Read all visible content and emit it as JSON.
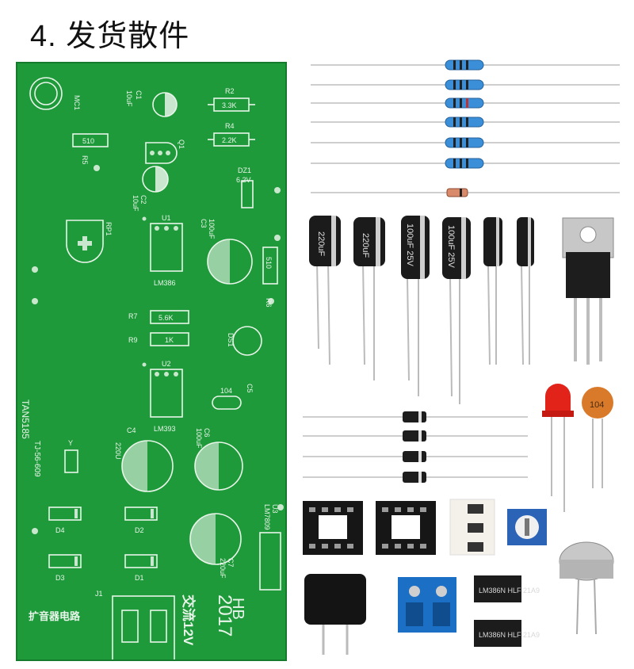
{
  "title": "4. 发货散件",
  "pcb": {
    "brand": "扩音器电路",
    "power": "交流12V",
    "version": "HB",
    "year": "2017",
    "model": "TAN5185",
    "code": "TJ-56-609",
    "labels": {
      "mc1": "MC1",
      "c1": "C1",
      "c1v": "10uF",
      "r2": "R2",
      "r2v": "3.3K",
      "r4": "R4",
      "r4v": "2.2K",
      "q1": "Q1",
      "r5": "R5",
      "r5v": "510",
      "c2": "C2",
      "c2v": "10uF",
      "dz1": "DZ1",
      "dz1v": "6.2V",
      "rp1": "RP1",
      "u1": "U1",
      "u1v": "LM386",
      "c3": "C3",
      "c3v": "100uF",
      "r6": "R6",
      "r6v": "510",
      "r7": "R7",
      "r7v": "5.6K",
      "r9": "R9",
      "r9v": "1K",
      "ds1": "DS1",
      "u2": "U2",
      "u2v": "LM393",
      "c5": "C5",
      "c5v": "104",
      "c4": "C4",
      "c4v": "220U",
      "c6": "C6",
      "c6v": "100uF",
      "y": "Y",
      "u3": "U3",
      "u3v": "LM7809",
      "d4": "D4",
      "d2": "D2",
      "d3": "D3",
      "d1": "D1",
      "c7": "C7",
      "c7v": "220uF",
      "j1": "J1"
    }
  },
  "parts": {
    "cap1": "220uF",
    "cap2": "220uF",
    "cap3": "100uF 25V",
    "cap4": "100uF 25V",
    "ceramic": "104",
    "ic1": "LM386N HLF 21A9",
    "ic2": "LM386N HLF 21A9"
  },
  "colors": {
    "pcb_green": "#1e9a3a",
    "silk": "#e9f5ea",
    "resistor_body": "#3a8fd8"
  }
}
